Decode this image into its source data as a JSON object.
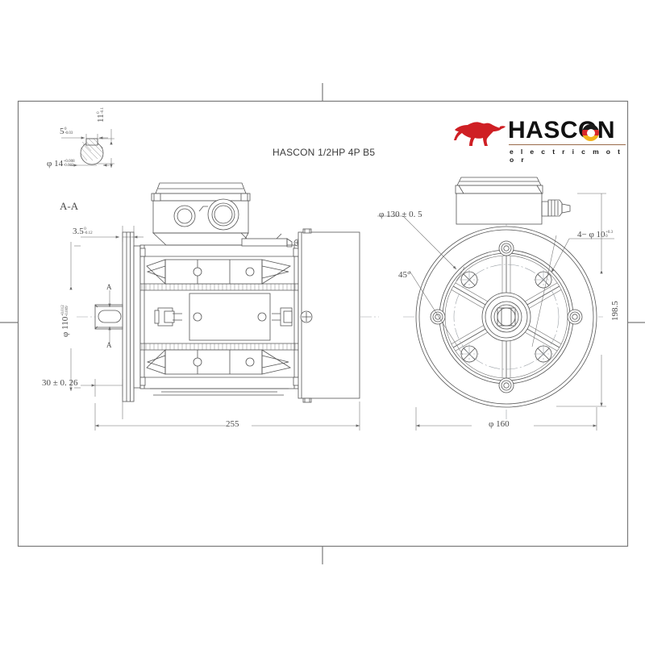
{
  "sheet": {
    "title": "HASCON 1/2HP 4P B5",
    "frame_color": "#7a7a7a",
    "line_color": "#555555",
    "center_line_color": "#9aa0a6"
  },
  "logo": {
    "word": "HASCON",
    "subtitle": "e l e c t r i c   m o t o r",
    "horse_color": "#cf1f24",
    "flag_colors": [
      "#1a1a1a",
      "#d9282a",
      "#f2b31c"
    ],
    "rule_color": "#9a6a4a",
    "horse_icon": "running-horse-icon"
  },
  "section_detail": {
    "label": "A-A",
    "keyway_width": {
      "value": "5",
      "tol_upper": "0",
      "tol_lower": "-0.03"
    },
    "keyway_height": {
      "value": "11",
      "tol_upper": "0",
      "tol_lower": "-0.1"
    },
    "shaft_dia": {
      "symbol": "φ",
      "value": "14",
      "tol_upper": "+0.008",
      "tol_lower": "-0.003"
    }
  },
  "left_view": {
    "flange_thickness": {
      "value": "3.5",
      "tol_upper": "0",
      "tol_lower": "-0.12"
    },
    "pilot_dia": {
      "symbol": "φ",
      "value": "110",
      "tol_upper": "+0.012",
      "tol_lower": "-0.009"
    },
    "shaft_length": {
      "value": "30",
      "tol": "± 0.26",
      "text": "30 ± 0. 26"
    },
    "overall_length": "255",
    "section_arrow_label": "A"
  },
  "right_view": {
    "bolt_circle": {
      "text": "φ 130 ± 0. 5"
    },
    "hole_callout": {
      "text": "4− φ 10",
      "tol_upper": "+0.3",
      "tol_lower": "0"
    },
    "angle": "45°",
    "height": "198.5",
    "flange_outer_dia": {
      "text": "φ 160"
    }
  }
}
